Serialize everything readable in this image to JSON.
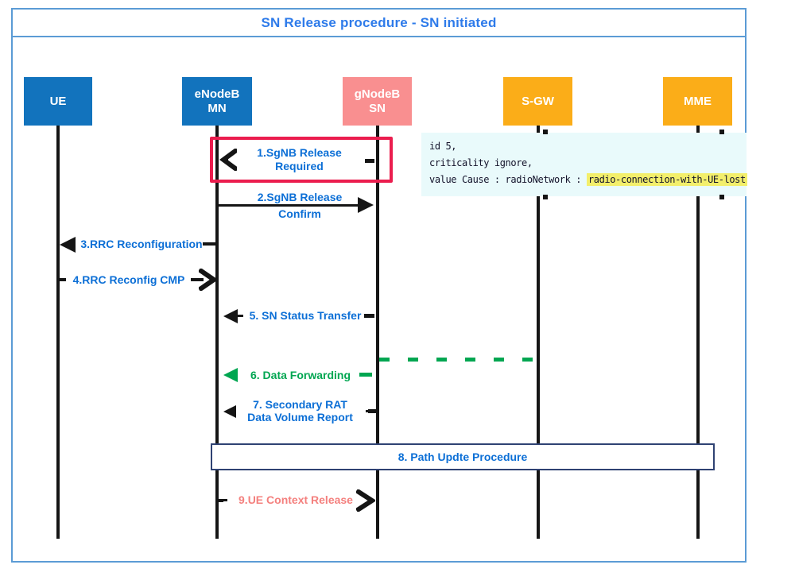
{
  "title": "SN Release procedure - SN initiated",
  "actors": [
    {
      "id": "ue",
      "line1": "UE",
      "line2": "",
      "color": "#1273BD"
    },
    {
      "id": "enodeb-mn",
      "line1": "eNodeB",
      "line2": "MN",
      "color": "#1273BD"
    },
    {
      "id": "gnodeb-sn",
      "line1": "gNodeB",
      "line2": "SN",
      "color": "#F98F90"
    },
    {
      "id": "sgw",
      "line1": "S-GW",
      "line2": "",
      "color": "#FBAD18"
    },
    {
      "id": "mme",
      "line1": "MME",
      "line2": "",
      "color": "#FBAD18"
    }
  ],
  "messages": [
    {
      "num": "1",
      "line1": "1.SgNB Release",
      "line2": "Required",
      "from": "gNodeB SN",
      "to": "eNodeB MN",
      "line_style": "dashed",
      "arrowhead": "open-left",
      "highlighted": true
    },
    {
      "num": "2",
      "line1": "2.SgNB Release",
      "line2": "Confirm",
      "from": "eNodeB MN",
      "to": "gNodeB SN",
      "line_style": "solid",
      "arrowhead": "filled-right"
    },
    {
      "num": "3",
      "text": "3.RRC Reconfiguration",
      "from": "eNodeB MN",
      "to": "UE",
      "line_style": "solid",
      "arrowhead": "filled-left"
    },
    {
      "num": "4",
      "text": "4.RRC Reconfig CMP",
      "from": "UE",
      "to": "eNodeB MN",
      "line_style": "solid",
      "arrowhead": "open-right"
    },
    {
      "num": "5",
      "text": "5. SN Status Transfer",
      "from": "gNodeB SN",
      "to": "eNodeB MN",
      "line_style": "dashed",
      "arrowhead": "filled-left"
    },
    {
      "num": "6",
      "text": "6. Data Forwarding",
      "from": "gNodeB SN",
      "to": "eNodeB MN",
      "line_style": "dashed",
      "arrowhead": "filled-left",
      "color": "#00A651",
      "path_from": "S-GW"
    },
    {
      "num": "7",
      "line1": "7. Secondary RAT",
      "line2": "Data Volume Report",
      "from": "gNodeB SN",
      "to": "eNodeB MN",
      "line_style": "dashed",
      "arrowhead": "filled-left"
    },
    {
      "num": "8",
      "text": "8. Path Updte Procedure",
      "from": "eNodeB MN",
      "to": "MME",
      "type": "procedure-box"
    },
    {
      "num": "9",
      "text": "9.UE Context Release",
      "from": "eNodeB MN",
      "to": "gNodeB SN",
      "line_style": "solid",
      "arrowhead": "open-right",
      "color": "#F4807E"
    }
  ],
  "annotation": {
    "line1": "id 5,",
    "line2": "criticality ignore,",
    "line3_prefix": "value Cause : radioNetwork : ",
    "line3_highlight": "radio-connection-with-UE-lost",
    "highlight_color": "#F3EF6B",
    "background_color": "#E9FAFB"
  },
  "colors": {
    "frame_border": "#5B9BD5",
    "title_text": "#2E7BEA",
    "message_text": "#0C6FD6",
    "actor_blue": "#1273BD",
    "actor_pink": "#F98F90",
    "actor_orange": "#FBAD18",
    "green": "#00A651",
    "salmon": "#F4807E",
    "highlight_box": "#EB1D4E",
    "procedure_box_border": "#2F4273",
    "lifeline": "#151515"
  }
}
